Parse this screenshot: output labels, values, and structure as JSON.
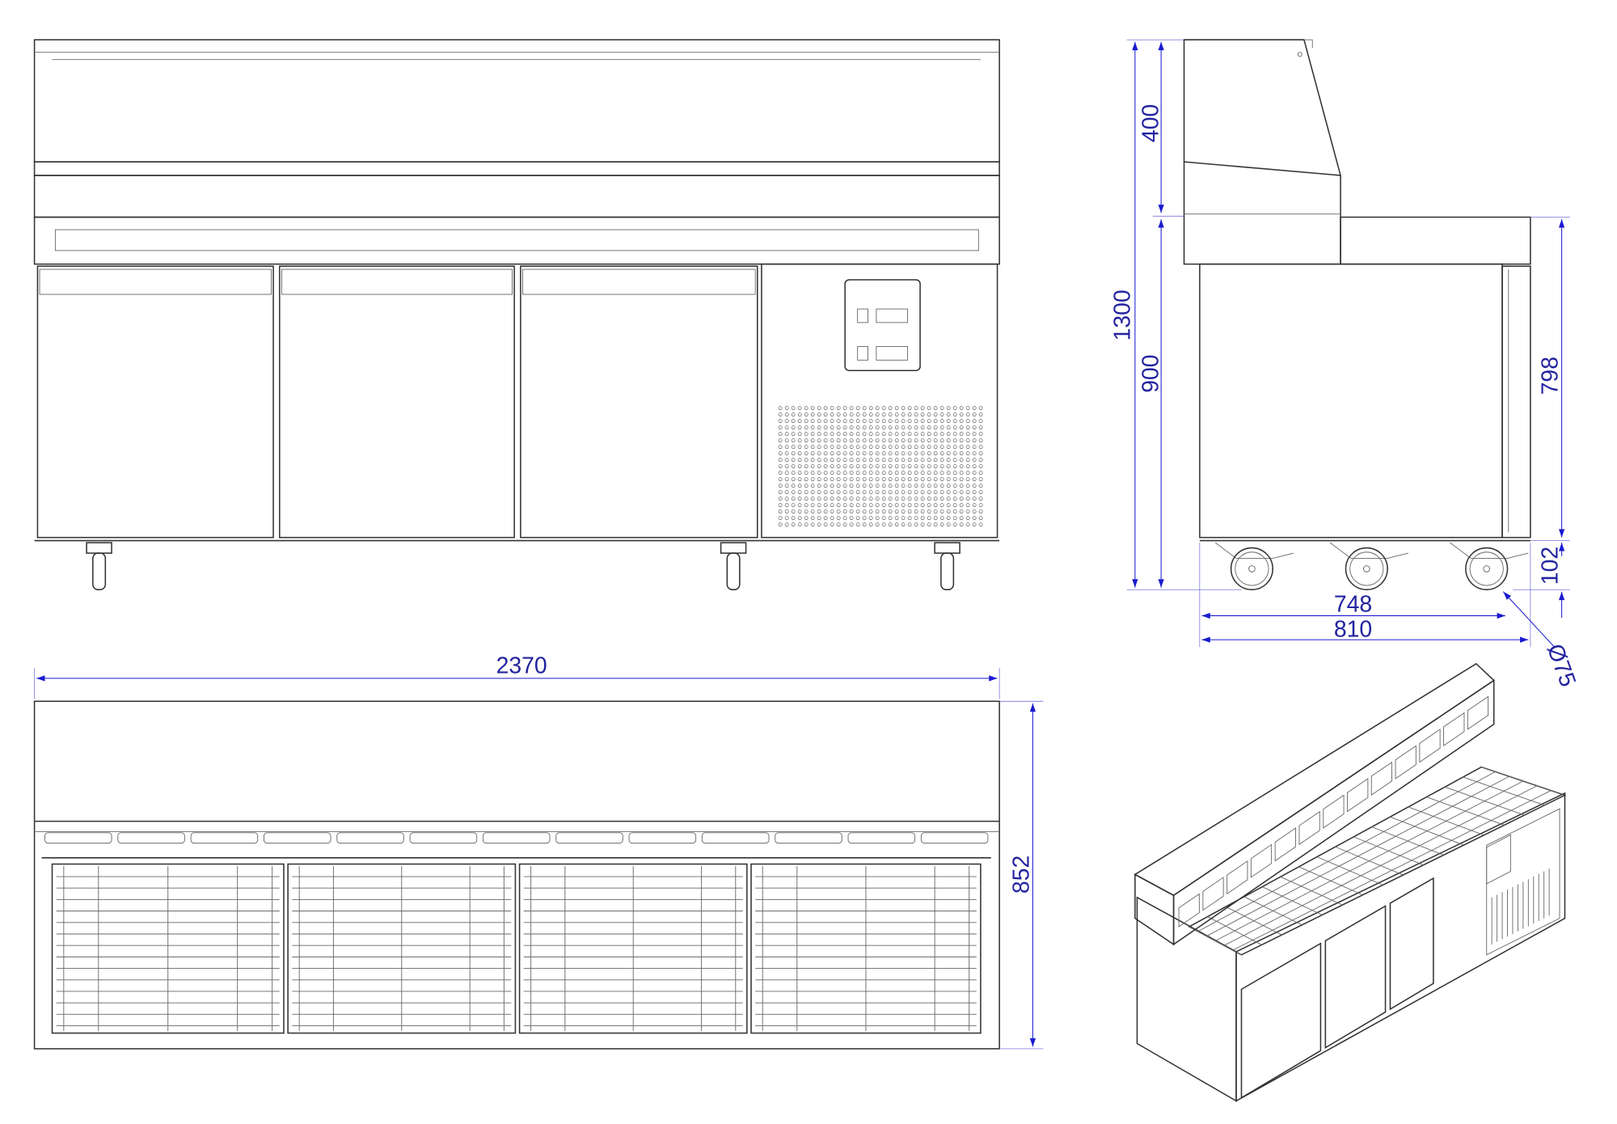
{
  "colors": {
    "dimension": "#1a1ad0",
    "dimension_text": "#2323a0",
    "line": "#333333"
  },
  "views": [
    "front",
    "side",
    "top",
    "isometric"
  ],
  "dimensions": {
    "width": "2370",
    "depth_top": "852",
    "canopy_height": "400",
    "total_height": "1300",
    "counter_height": "900",
    "body_height": "798",
    "caster_height": "102",
    "caster_span": "748",
    "depth_side": "810",
    "caster_diameter": "Ø75"
  }
}
